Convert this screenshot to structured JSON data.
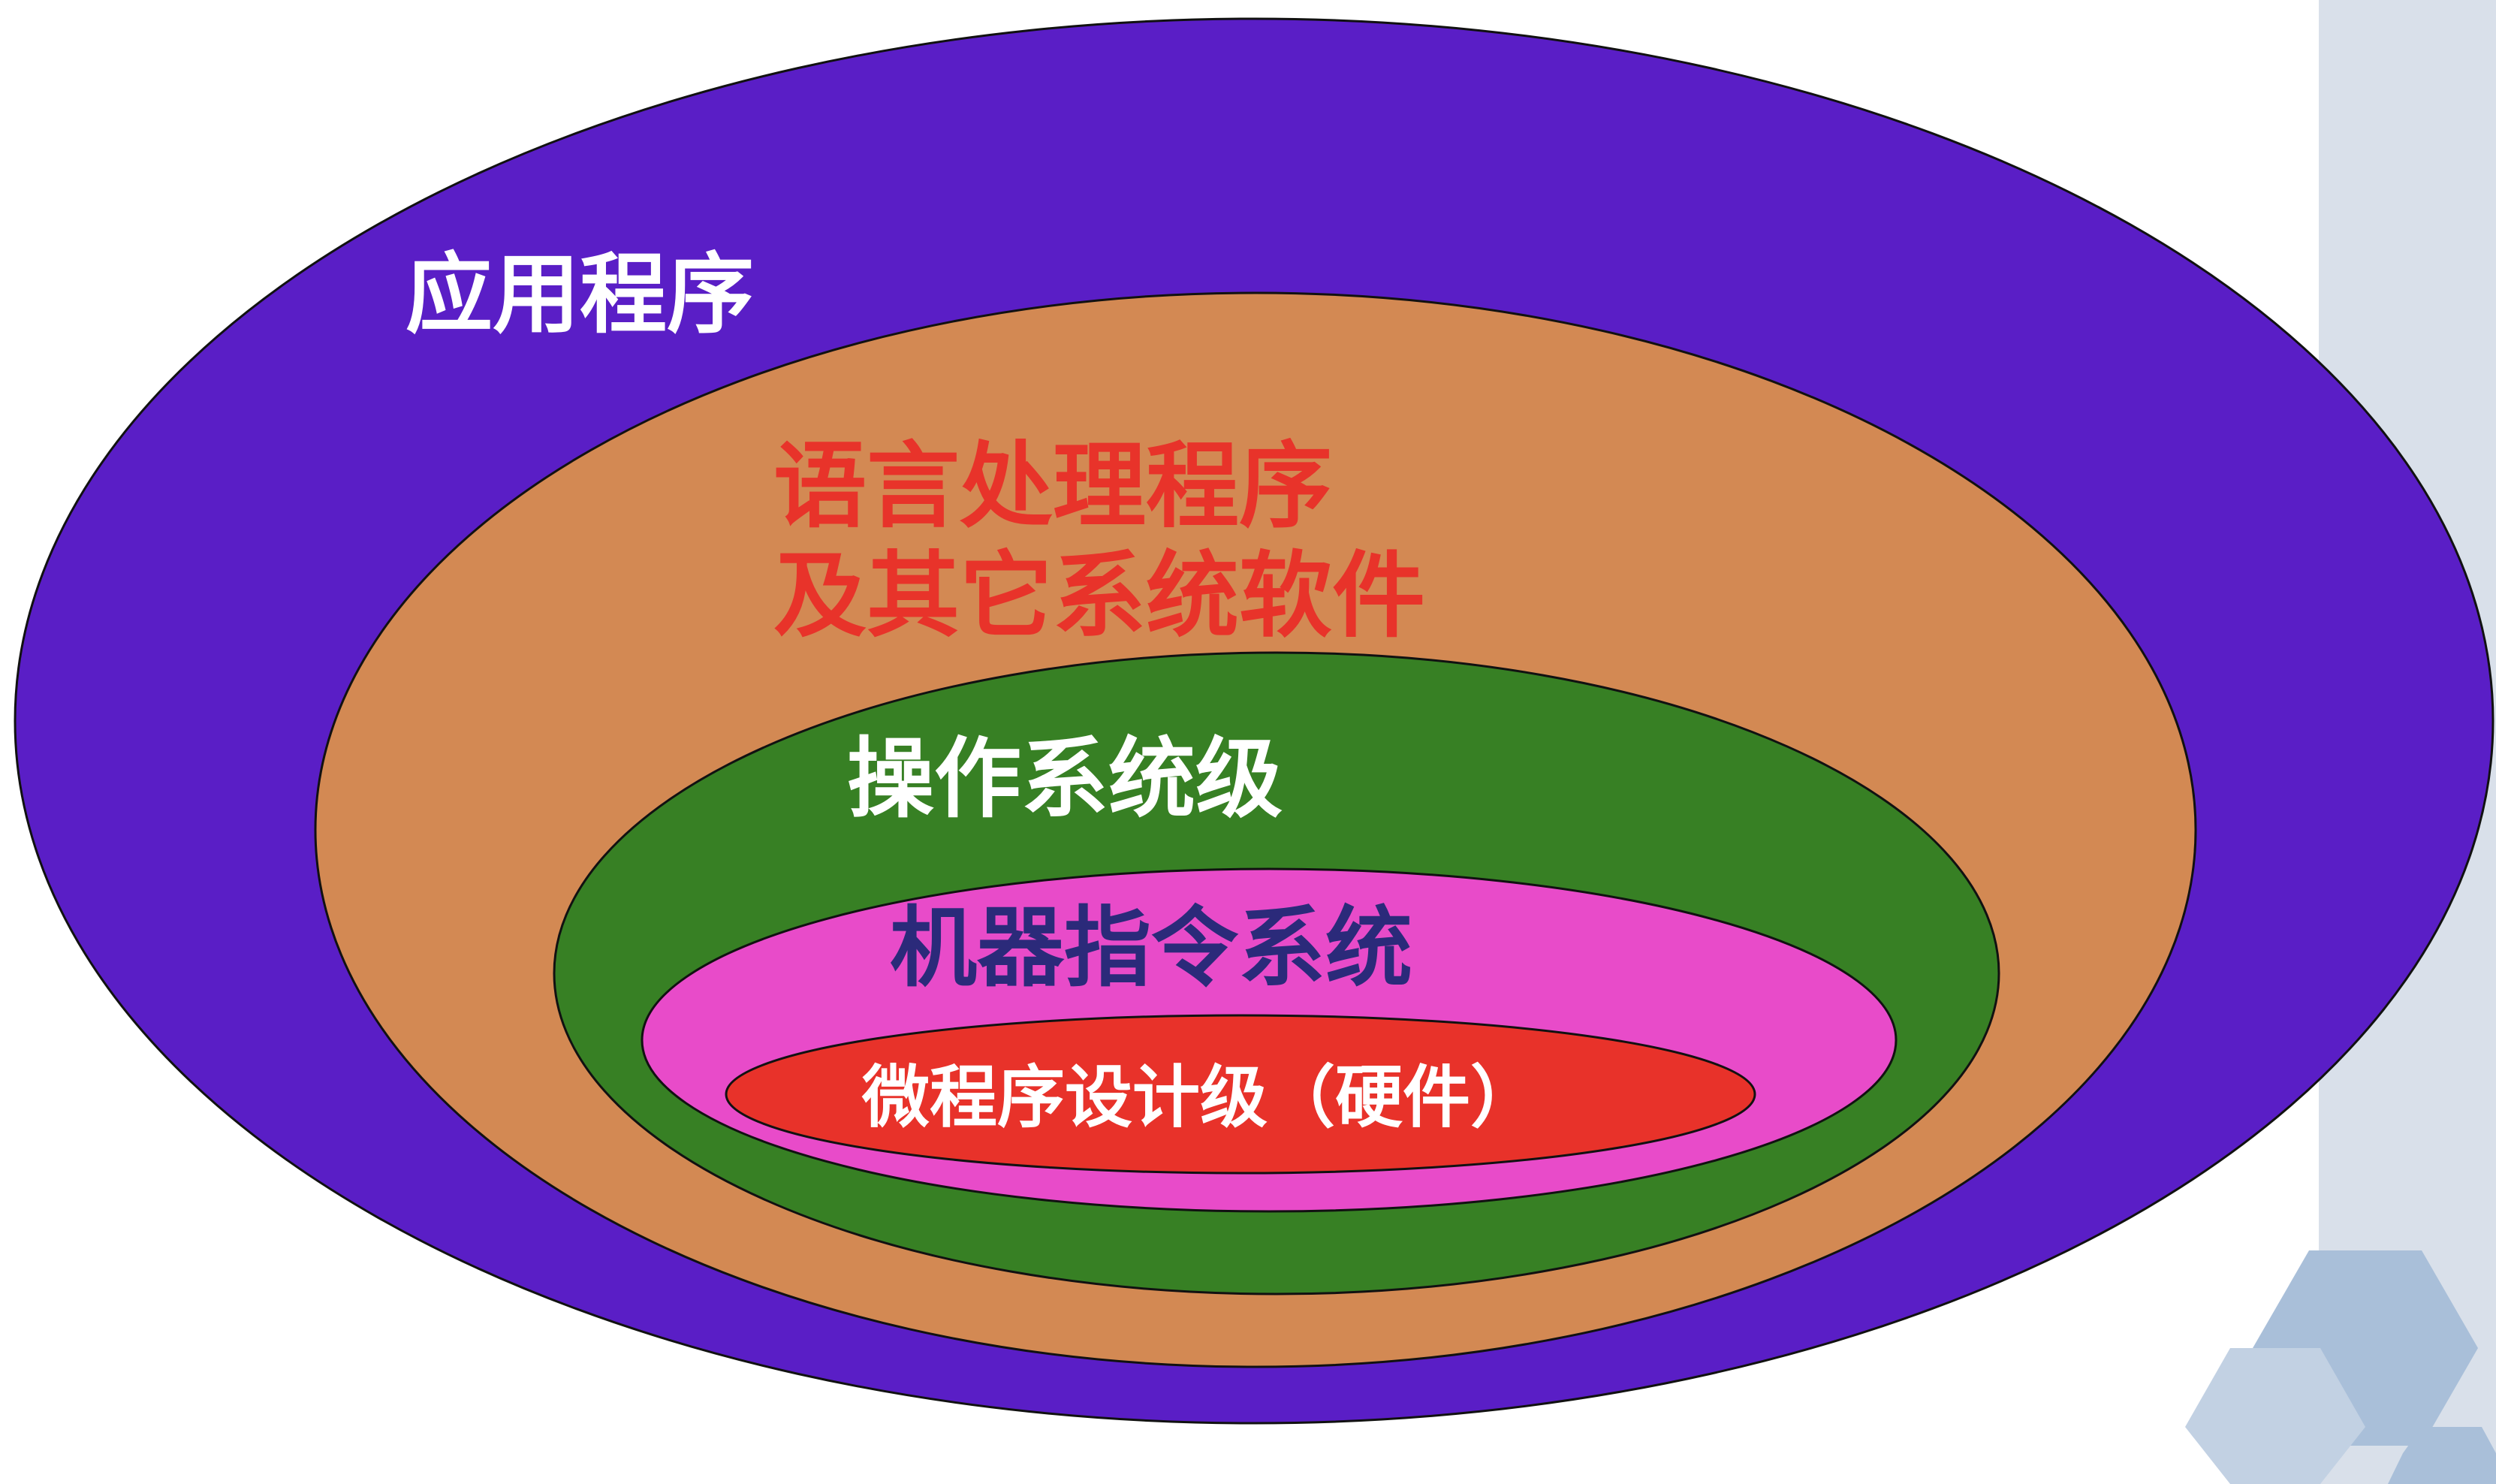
{
  "layers": {
    "application": {
      "label": "应用程序",
      "fill": "#5a1ec6",
      "text_color": "#ffffff"
    },
    "language": {
      "lines": [
        "语言处理程序",
        "及其它系统软件"
      ],
      "fill": "#d38953",
      "text_color": "#e8332a"
    },
    "os": {
      "label": "操作系统级",
      "fill": "#378024",
      "text_color": "#ffffff"
    },
    "isa": {
      "label": "机器指令系统",
      "fill": "#e84bc9",
      "text_color": "#2b2a7a"
    },
    "micro": {
      "label": "微程序设计级（硬件）",
      "fill": "#e8322a",
      "text_color": "#ffffff"
    }
  },
  "decoration": {
    "panel_color": "#d9e0ea",
    "hex_light": "#c2d1e3",
    "hex_dark": "#a9bfd9"
  }
}
